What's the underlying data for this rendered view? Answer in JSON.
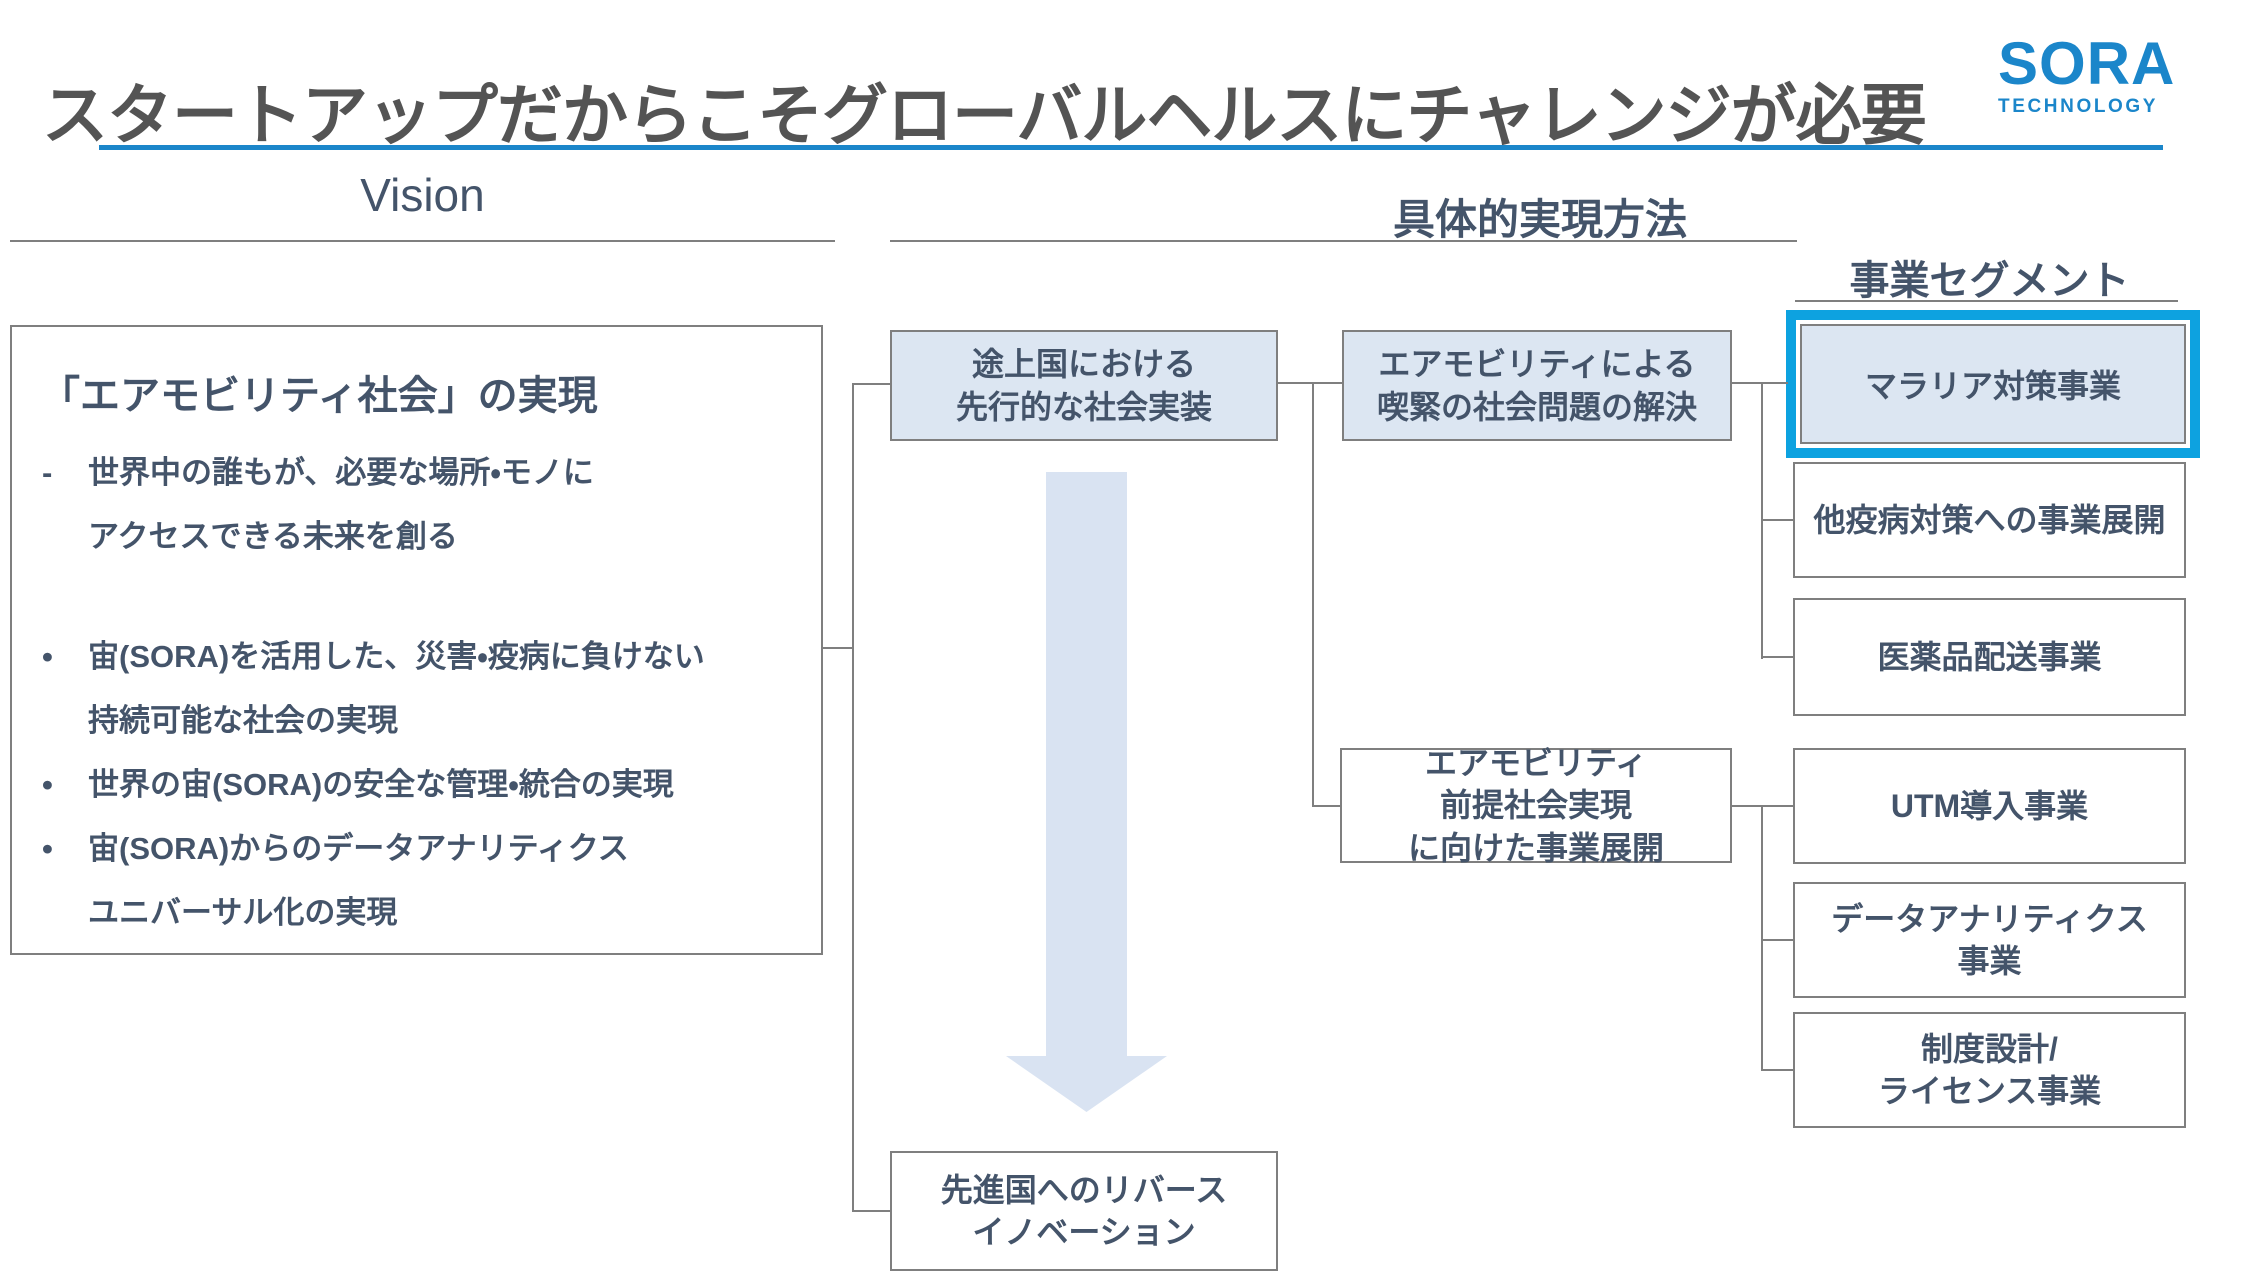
{
  "title": "スタートアップだからこそグローバルヘルスにチャレンジが必要",
  "logo": {
    "name": "SORA",
    "sub": "TECHNOLOGY"
  },
  "headers": {
    "vision": "Vision",
    "method": "具体的実現方法",
    "segment": "事業セグメント"
  },
  "vision_box": {
    "heading": "「エアモビリティ社会」の実現",
    "items": [
      {
        "marker": "-",
        "text": "世界中の誰もが、必要な場所・モノに\nアクセスできる未来を創る"
      },
      {
        "marker": "•",
        "text": "宙(SORA)を活用した、災害・疫病に負けない\n持続可能な社会の実現"
      },
      {
        "marker": "•",
        "text": "世界の宙(SORA)の安全な管理・統合の実現"
      },
      {
        "marker": "•",
        "text": "宙(SORA)からのデータアナリティクス\nユニバーサル化の実現"
      }
    ]
  },
  "flow": {
    "developing_countries": "途上国における\n先行的な社会実装",
    "urgent_problems": "エアモビリティによる\n喫緊の社会問題の解決",
    "air_mobility_premise": "エアモビリティ\n前提社会実現\nに向けた事業展開",
    "reverse_innovation": "先進国へのリバース\nイノベーション"
  },
  "segments": {
    "malaria": "マラリア対策事業",
    "other_disease": "他疫病対策への事業展開",
    "pharma_delivery": "医薬品配送事業",
    "utm": "UTM導入事業",
    "data_analytics": "データアナリティクス\n事業",
    "license": "制度設計/\nライセンス事業"
  },
  "colors": {
    "ink": "#44546a",
    "title-gray": "#545454",
    "line-gray": "#7f7f7f",
    "light-blue": "#dce6f2",
    "arrow-blue": "#d9e3f2",
    "accent-blue": "#0da2e0",
    "logo-blue": "#1b86ca"
  }
}
